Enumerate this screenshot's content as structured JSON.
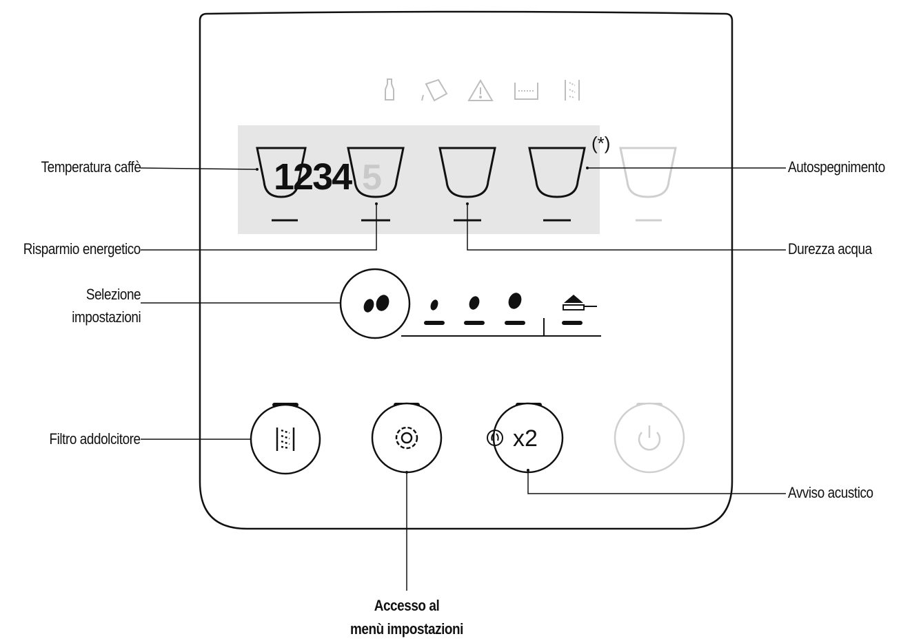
{
  "display": {
    "digits": "1234",
    "digit_dim": "5",
    "asterisk": "(*)"
  },
  "button_x2": {
    "label": "x2"
  },
  "labels": {
    "temperatura_caffe": "Temperatura caffè",
    "risparmio_energetico": "Risparmio energetico",
    "selezione_impostazioni_line1": "Selezione",
    "selezione_impostazioni_line2": "impostazioni",
    "filtro_addolcitore": "Filtro addolcitore",
    "autospegnimento": "Autospegnimento",
    "durezza_acqua": "Durezza acqua",
    "avviso_acustico": "Avviso acustico",
    "accesso_menu_line1": "Accesso al",
    "accesso_menu_line2": "menù impostazioni"
  },
  "icons": {
    "top_row": [
      "milk-bottle-icon",
      "descale-icon",
      "warning-icon",
      "water-tank-icon",
      "filter-icon"
    ],
    "cups": [
      "espresso-cup-icon",
      "espresso-cup-icon",
      "espresso-cup-icon",
      "espresso-cup-icon",
      "espresso-cup-icon"
    ],
    "buttons": [
      "filter-button-icon",
      "gear-icon",
      "x2-icon",
      "power-icon"
    ]
  },
  "colors": {
    "line": "#111111",
    "faint": "#cfcfcf",
    "display_bg": "#e6e6e6",
    "digit_dim": "#c9c9c9"
  }
}
